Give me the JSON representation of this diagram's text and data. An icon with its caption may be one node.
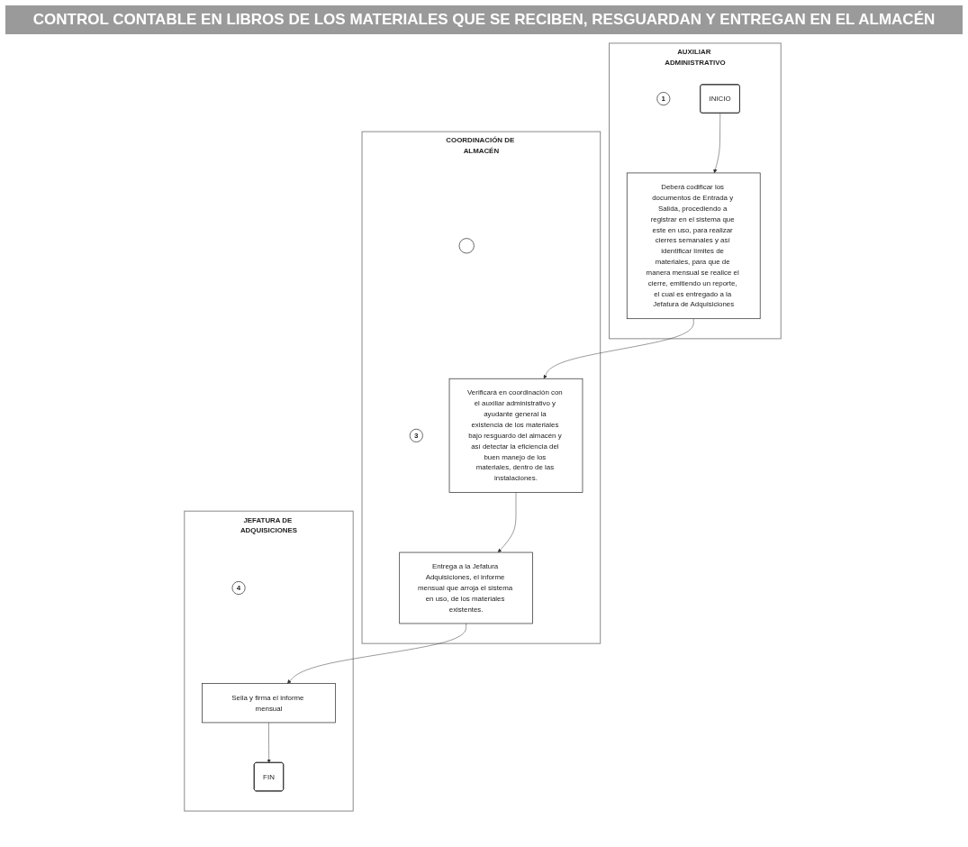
{
  "diagram": {
    "title": "CONTROL CONTABLE EN LIBROS DE LOS MATERIALES QUE SE RECIBEN, RESGUARDAN Y ENTREGAN EN EL ALMACÉN",
    "nodes": [
      {
        "text": [
          "JEFATURA DE ADQUISICIONES"
        ]
      },
      {
        "text": [
          "COORDINACIÓN DE ALMACÉN"
        ]
      },
      {
        "text": [
          "AUXILIAR ADMINISTRATIVO"
        ]
      },
      {
        "text": [
          "INICIO"
        ],
        "in": 2
      },
      {
        "text": [
          "1"
        ],
        "in": 2
      },
      {
        "text": [
          "Deberá codificar los documentos de Entrada y Salida, procediendo a registrar en el sistema que este en uso, para realizar cierres semanales y así identificar límites de materiales, para que de manera mensual se realice el cierre, emitiendo un reporte, el cual es entregado a la Jefatura de Adquisiciones"
        ],
        "in": 2
      },
      {
        "text": [],
        "shape": "circle",
        "in": 1
      },
      {
        "text": [
          "Verificará en coordinación con el auxiliar administrativo y ayudante general la existencia de los materiales bajo resguardo del almacén y así detectar la eficiencia del buen manejo de los materiales, dentro de las instalaciones."
        ],
        "in": 1
      },
      {
        "text": [
          "3"
        ],
        "in": 1
      },
      {
        "text": [
          "Entrega a la Jefatura Adquisiciones, el informe mensual que arroja el sistema en uso, de los materiales existentes."
        ],
        "in": 1
      },
      {
        "text": [
          "4"
        ],
        "in": 0
      },
      {
        "text": [
          "Sella y firma el informe mensual"
        ],
        "in": 0
      },
      {
        "text": [
          "FIN"
        ],
        "in": 0
      }
    ],
    "edges": [
      {
        "from": 3,
        "to": 5,
        "arrow": "to"
      },
      {
        "from": 5,
        "to": 7,
        "arrow": "to"
      },
      {
        "from": 7,
        "to": 9,
        "arrow": "to"
      },
      {
        "from": 9,
        "to": 11,
        "arrow": "to"
      },
      {
        "from": 11,
        "to": 12,
        "arrow": "to"
      }
    ]
  }
}
